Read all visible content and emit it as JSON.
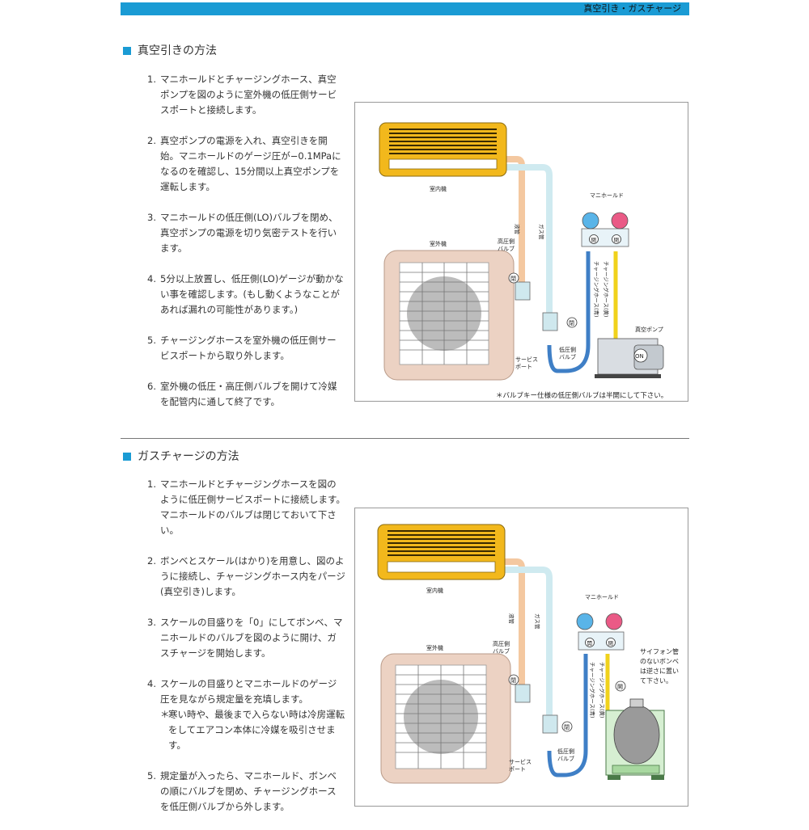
{
  "header": {
    "title": "真空引き・ガスチャージ"
  },
  "section1": {
    "title": "真空引きの方法",
    "steps": [
      {
        "num": "1.",
        "text": "マニホールドとチャージングホース、真空ポンプを図のように室外機の低圧側サービスポートと接続します。"
      },
      {
        "num": "2.",
        "text": "真空ポンプの電源を入れ、真空引きを開始。マニホールドのゲージ圧が−0.1MPaになるのを確認し、15分間以上真空ポンプを運転します。"
      },
      {
        "num": "3.",
        "text": "マニホールドの低圧側(LO)バルブを閉め、真空ポンプの電源を切り気密テストを行います。"
      },
      {
        "num": "4.",
        "text": "5分以上放置し、低圧側(LO)ゲージが動かない事を確認します。(もし動くようなことがあれば漏れの可能性があります。)"
      },
      {
        "num": "5.",
        "text": "チャージングホースを室外機の低圧側サービスポートから取り外します。"
      },
      {
        "num": "6.",
        "text": "室外機の低圧・高圧側バルブを開けて冷媒を配管内に通して終了です。"
      }
    ],
    "diagram": {
      "indoor_unit": "室内機",
      "outdoor_unit": "室外機",
      "liquid_pipe": "液管",
      "gas_pipe": "ガス管",
      "high_valve": [
        "高圧側",
        "バルブ"
      ],
      "low_valve": [
        "低圧側",
        "バルブ"
      ],
      "service_port": [
        "サービス",
        "ポート"
      ],
      "manifold": "マニホールド",
      "vacuum_pump": "真空ポンプ",
      "hose_blue": "チャージングホース(青)",
      "hose_yellow": "チャージングホース(黄)",
      "closed": "閉",
      "open": "開",
      "on": "ON",
      "note": "＊バルブキー仕様の低圧側バルブは半開にして下さい。"
    }
  },
  "section2": {
    "title": "ガスチャージの方法",
    "steps": [
      {
        "num": "1.",
        "text": "マニホールドとチャージングホースを図のように低圧側サービスポートに接続します。マニホールドのバルブは閉じておいて下さい。"
      },
      {
        "num": "2.",
        "text": "ボンベとスケール(はかり)を用意し、図のように接続し、チャージングホース内をパージ(真空引き)します。"
      },
      {
        "num": "3.",
        "text": "スケールの目盛りを「0」にしてボンベ、マニホールドのバルブを図のように開け、ガスチャージを開始します。"
      },
      {
        "num": "4.",
        "text": "スケールの目盛りとマニホールドのゲージ圧を見ながら規定量を充填します。",
        "note": "寒い時や、最後まで入らない時は冷房運転をしてエアコン本体に冷媒を吸引させます。"
      },
      {
        "num": "5.",
        "text": "規定量が入ったら、マニホールド、ボンベの順にバルブを閉め、チャージングホースを低圧側バルブから外します。"
      }
    ],
    "diagram": {
      "indoor_unit": "室内機",
      "outdoor_unit": "室外機",
      "liquid_pipe": "液管",
      "gas_pipe": "ガス管",
      "high_valve": [
        "高圧側",
        "バルブ"
      ],
      "low_valve": [
        "低圧側",
        "バルブ"
      ],
      "service_port": [
        "サービス",
        "ポート"
      ],
      "manifold": "マニホールド",
      "hose_blue": "チャージングホース(青)",
      "hose_yellow": "チャージングホース(黄)",
      "closed": "閉",
      "open": "開",
      "siphon_note": [
        "サイフォン管",
        "のないボンベ",
        "は逆さに置い",
        "て下さい。"
      ]
    }
  },
  "colors": {
    "accent": "#1a9bd4",
    "unit_yellow": "#f2b81c",
    "outdoor_pink": "#ecd2c3",
    "hose_blue": "#3f7fc6",
    "hose_yellow": "#f0d21c",
    "pipe_orange": "#f4c8a0",
    "pipe_lightblue": "#cfeaf0",
    "gauge_blue": "#59b4e8",
    "gauge_red": "#ea5a86",
    "scale_green": "#d6efd2"
  }
}
